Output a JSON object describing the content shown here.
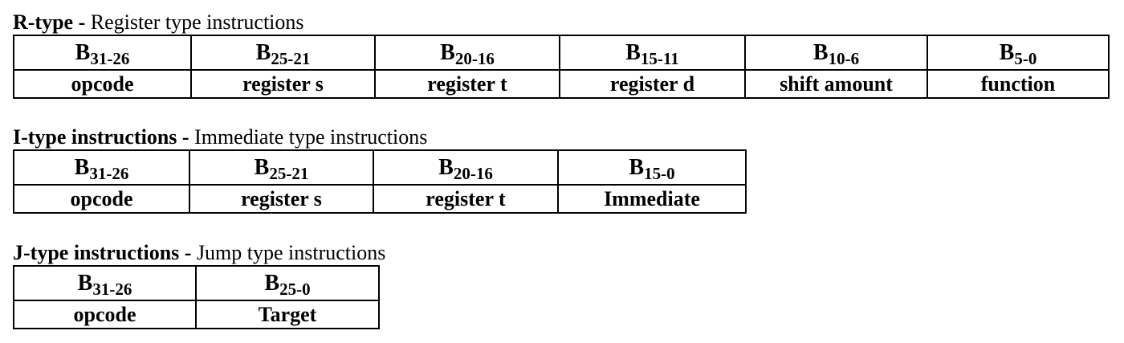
{
  "formats": [
    {
      "id": "r",
      "title_bold": "R-type -",
      "title_rest": " Register type instructions",
      "fields": [
        {
          "bit_prefix": "B",
          "bit_range": "31-26",
          "name": "opcode"
        },
        {
          "bit_prefix": "B",
          "bit_range": "25-21",
          "name": "register s"
        },
        {
          "bit_prefix": "B",
          "bit_range": "20-16",
          "name": "register t"
        },
        {
          "bit_prefix": "B",
          "bit_range": "15-11",
          "name": "register d"
        },
        {
          "bit_prefix": "B",
          "bit_range": "10-6",
          "name": "shift amount"
        },
        {
          "bit_prefix": "B",
          "bit_range": "5-0",
          "name": "function"
        }
      ]
    },
    {
      "id": "i",
      "title_bold": "I-type instructions -",
      "title_rest": " Immediate type instructions",
      "fields": [
        {
          "bit_prefix": "B",
          "bit_range": "31-26",
          "name": "opcode"
        },
        {
          "bit_prefix": "B",
          "bit_range": "25-21",
          "name": "register s"
        },
        {
          "bit_prefix": "B",
          "bit_range": "20-16",
          "name": "register t"
        },
        {
          "bit_prefix": "B",
          "bit_range": "15-0",
          "name": "Immediate"
        }
      ]
    },
    {
      "id": "j",
      "title_bold": "J-type instructions -",
      "title_rest": " Jump type instructions",
      "fields": [
        {
          "bit_prefix": "B",
          "bit_range": "31-26",
          "name": "opcode"
        },
        {
          "bit_prefix": "B",
          "bit_range": "25-0",
          "name": "Target"
        }
      ]
    }
  ]
}
